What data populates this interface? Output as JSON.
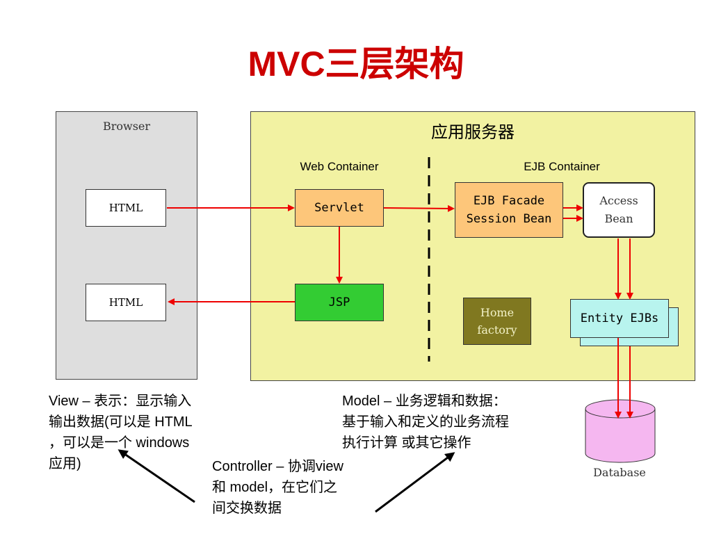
{
  "title": "MVC三层架构",
  "browser": {
    "label": "Browser",
    "html_top": "HTML",
    "html_bottom": "HTML"
  },
  "server": {
    "title": "应用服务器",
    "web_container": "Web Container",
    "ejb_container": "EJB Container",
    "servlet": "Servlet",
    "jsp": "JSP",
    "facade_line1": "EJB Facade",
    "facade_line2": "Session Bean",
    "access_line1": "Access",
    "access_line2": "Bean",
    "home_line1": "Home",
    "home_line2": "factory",
    "entity": "Entity EJBs"
  },
  "database": {
    "label": "Database"
  },
  "captions": {
    "view_line1": "View – 表示：显示输入",
    "view_line2": "输出数据(可以是 HTML",
    "view_line3": "，可以是一个 windows",
    "view_line4": "应用)",
    "model_line1": "Model – 业务逻辑和数据：",
    "model_line2": "基于输入和定义的业务流程",
    "model_line3": "执行计算 或其它操作",
    "controller_line1": "Controller – 协调view",
    "controller_line2": "和 model，在它们之",
    "controller_line3": "间交换数据"
  },
  "colors": {
    "title": "#cc0000",
    "browser_bg": "#dedede",
    "server_bg": "#f2f2a2",
    "servlet": "#fdc67a",
    "jsp": "#33cc33",
    "facade": "#fdc67a",
    "home": "#807820",
    "entity": "#b8f4ee",
    "database": "#f5b7f0",
    "arrow": "#ee0000"
  }
}
